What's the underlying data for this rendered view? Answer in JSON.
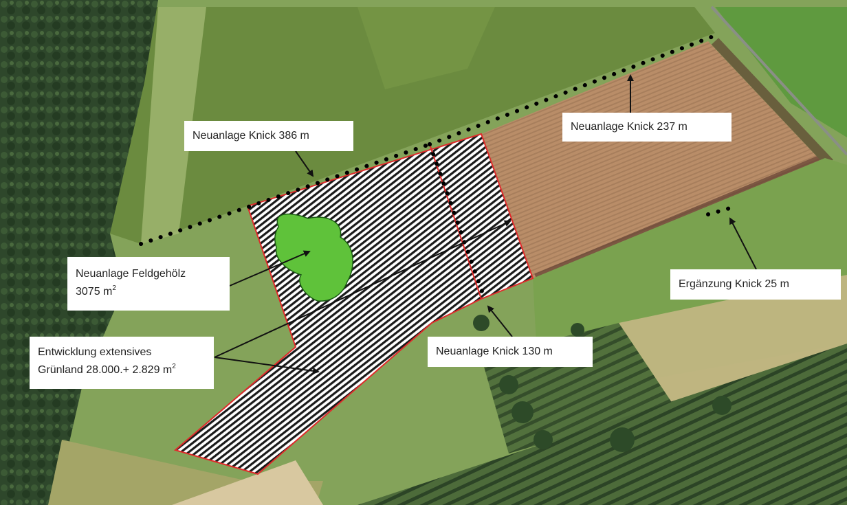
{
  "map": {
    "colors": {
      "forest": "#2f4a2a",
      "field_green": "#6a8a3e",
      "field_pale": "#8ea860",
      "plowed_field": "#b88c68",
      "meadow": "#88a75c",
      "plantation": "#3d5a32",
      "boundary_red": "#e02a2a",
      "hatch": "#1a1a1a",
      "grove_fill": "#5fc23a",
      "hedge_dots": "#000000",
      "arrow": "#111111"
    },
    "labels": {
      "knick_386": "Neuanlage Knick 386 m",
      "knick_237": "Neuanlage Knick 237 m",
      "feldgehoelz_line1": "Neuanlage Feldgehölz",
      "feldgehoelz_area": "3075 m",
      "feldgehoelz_unit_sup": "2",
      "ergaenzung_knick": "Ergänzung Knick 25 m",
      "gruenland_line1": "Entwicklung extensives",
      "gruenland_line2": "Grünland 28.000.+ 2.829 m",
      "gruenland_unit_sup": "2",
      "knick_130": "Neuanlage Knick 130 m"
    }
  }
}
